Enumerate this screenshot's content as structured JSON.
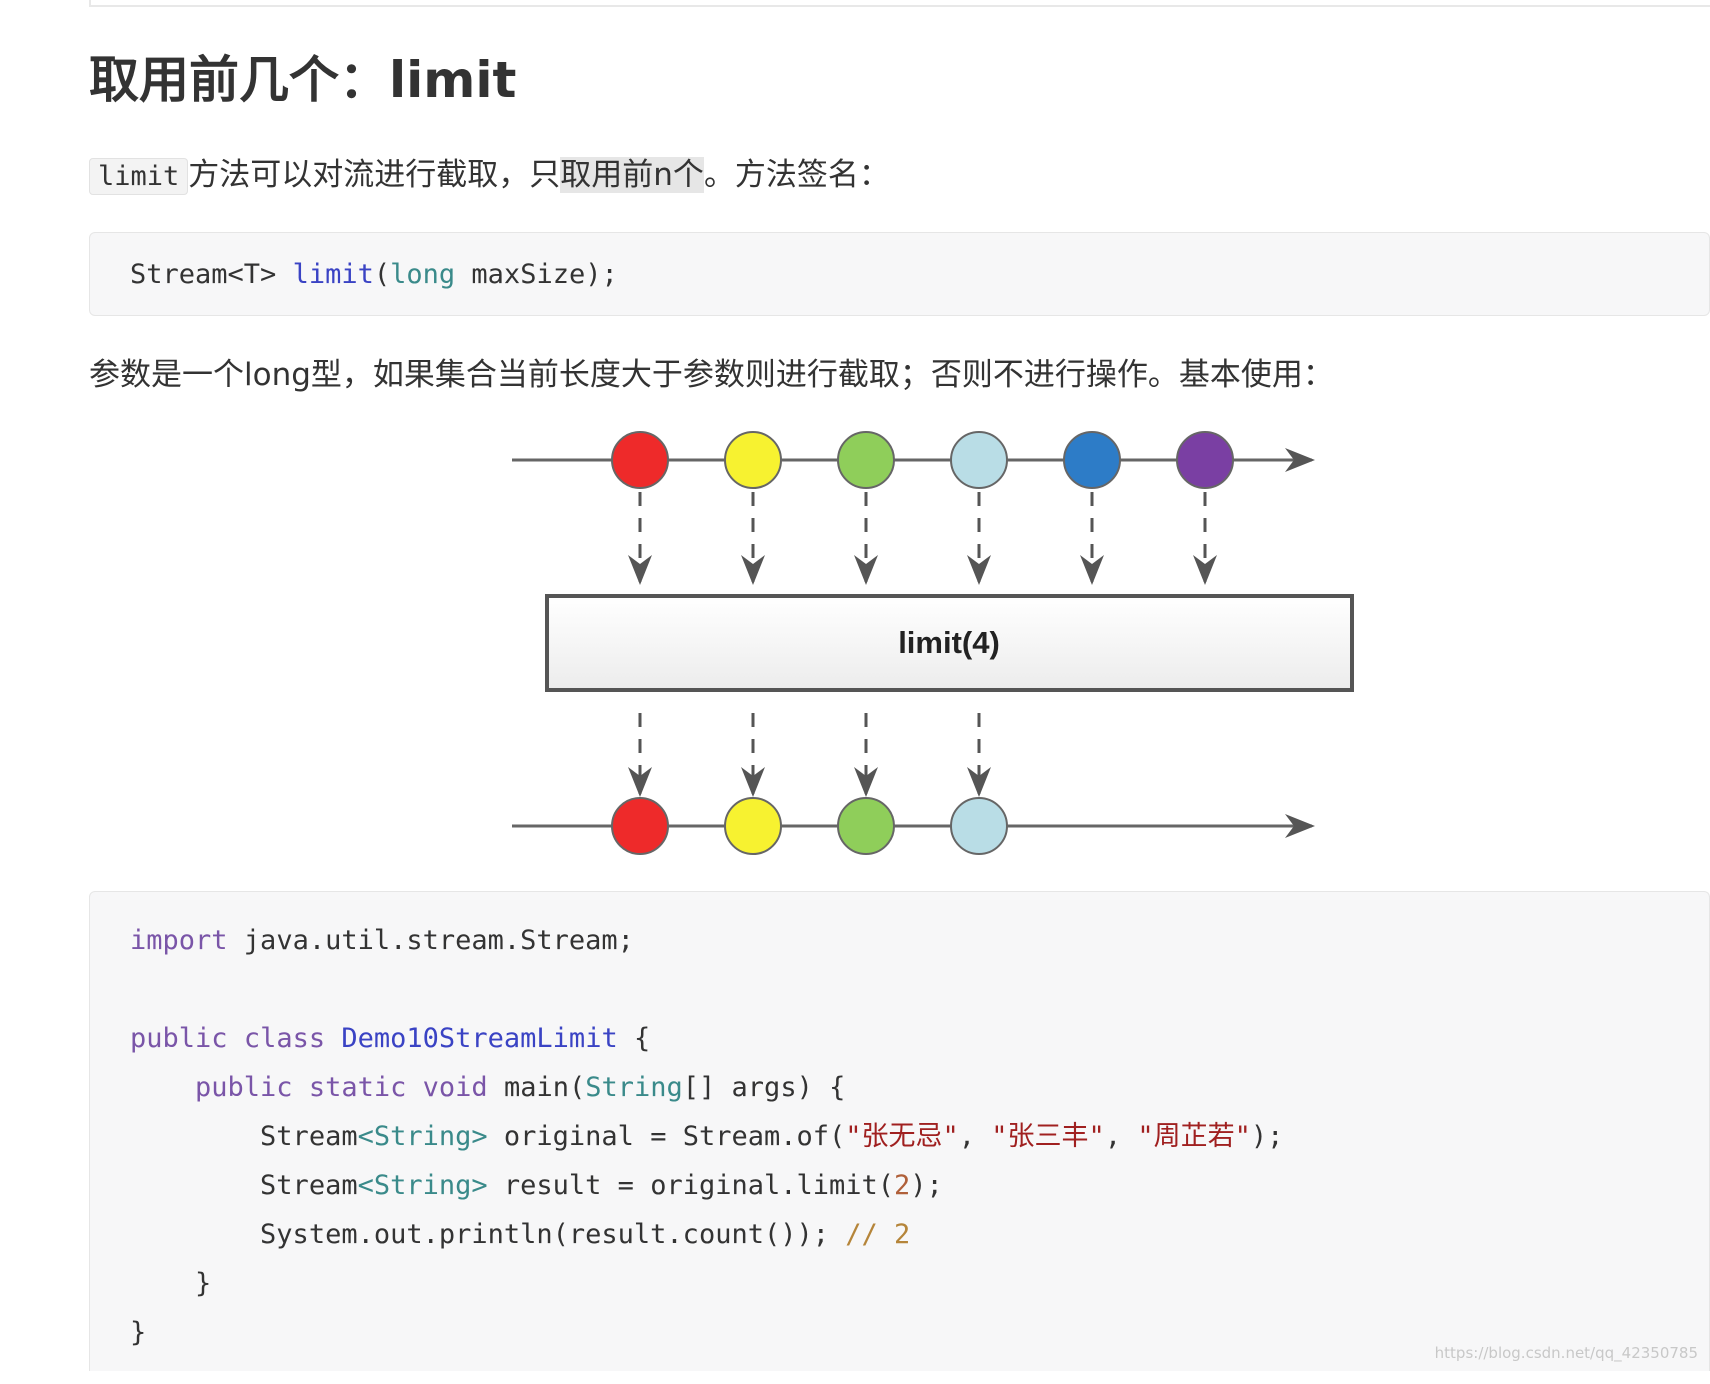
{
  "heading": "取用前几个：limit",
  "intro": {
    "code": "limit",
    "text_before": "方法可以对流进行截取，只",
    "text_highlight": "取用前n个",
    "text_after": "。方法签名："
  },
  "signature": {
    "ret": "Stream<T>",
    "name": "limit",
    "open": "(",
    "ptype": "long",
    "pname": "maxSize",
    "close": ");"
  },
  "description": "参数是一个long型，如果集合当前长度大于参数则进行截取；否则不进行操作。基本使用：",
  "diagram": {
    "operator_label": "limit(4)",
    "input_colors": [
      "#ee2a2a",
      "#f7f230",
      "#8fce5a",
      "#b9dde6",
      "#2d7cc7",
      "#7a3fa3"
    ],
    "limit": 4
  },
  "code": {
    "l1_kw": "import",
    "l1_rest": " java.util.stream.Stream;",
    "l3_kw1": "public",
    "l3_kw2": "class",
    "l3_name": "Demo10StreamLimit",
    "l3_rest": " {",
    "l4_kw1": "public",
    "l4_kw2": "static",
    "l4_kw3": "void",
    "l4_a": " main(",
    "l4_type": "String",
    "l4_b": "[] args) {",
    "l5_a": "Stream",
    "l5_type": "<String>",
    "l5_b": " original = Stream.of(",
    "l5_s1": "\"张无忌\"",
    "l5_c1": ", ",
    "l5_s2": "\"张三丰\"",
    "l5_c2": ", ",
    "l5_s3": "\"周芷若\"",
    "l5_end": ");",
    "l6_a": "Stream",
    "l6_type": "<String>",
    "l6_b": " result = original.limit(",
    "l6_num": "2",
    "l6_end": ");",
    "l7_a": "System.out.println(result.count()); ",
    "l7_comment": "// 2",
    "l8": "}",
    "l9": "}"
  },
  "watermark": "https://blog.csdn.net/qq_42350785"
}
